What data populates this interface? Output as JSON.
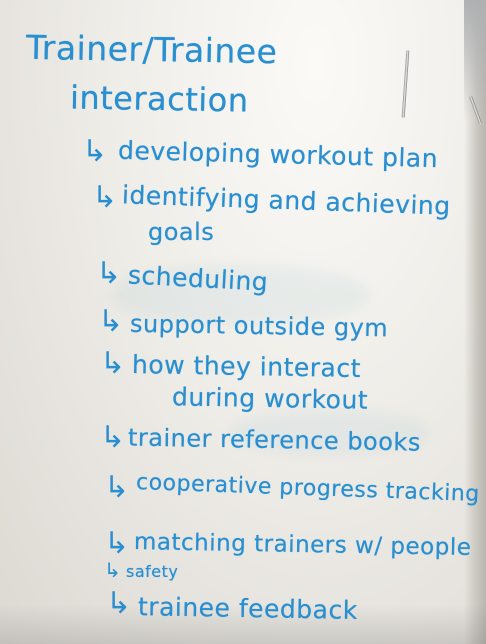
{
  "whiteboard": {
    "title_line1": "Trainer/Trainee",
    "title_line2": "interaction",
    "arrow_glyph": "↳",
    "items": [
      "developing workout plan",
      "identifying and achieving",
      "goals",
      "scheduling",
      "support outside gym",
      "how they interact",
      "during workout",
      "trainer reference books",
      "cooperative progress tracking",
      "matching trainers w/ people",
      "safety",
      "trainee feedback"
    ],
    "ink_color": "#2a8fd0"
  }
}
